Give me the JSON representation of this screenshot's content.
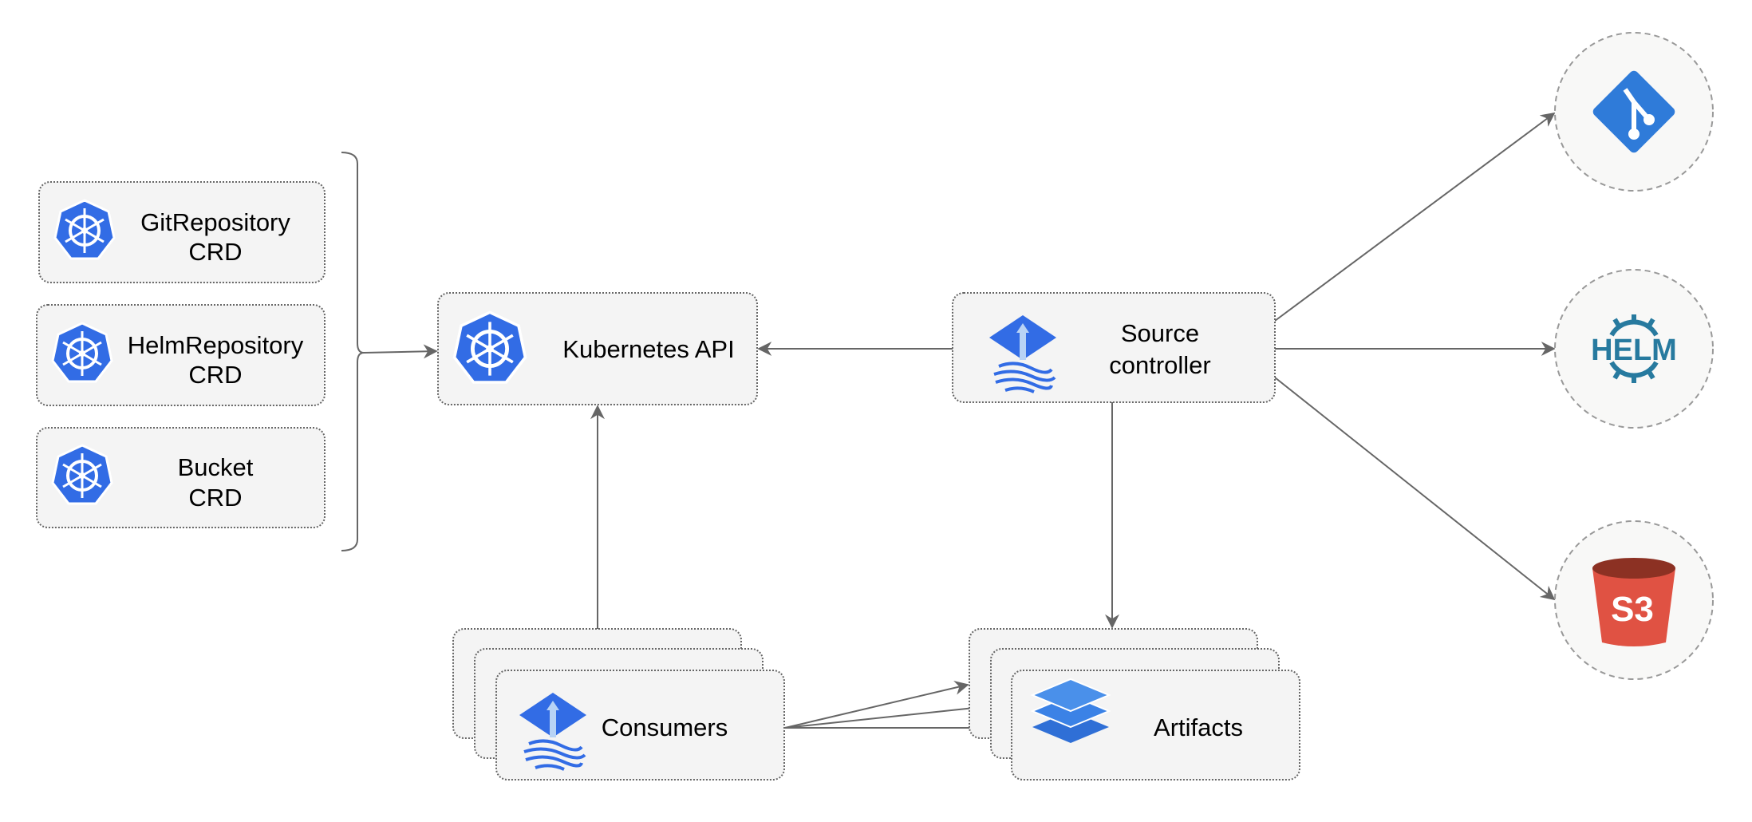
{
  "crds": [
    {
      "line1": "GitRepository",
      "line2": "CRD",
      "icon": "kubernetes-icon"
    },
    {
      "line1": "HelmRepository",
      "line2": "CRD",
      "icon": "kubernetes-icon"
    },
    {
      "line1": "Bucket",
      "line2": "CRD",
      "icon": "kubernetes-icon"
    }
  ],
  "kubernetes_api": {
    "label": "Kubernetes API",
    "icon": "kubernetes-icon"
  },
  "source_controller": {
    "line1": "Source",
    "line2": "controller",
    "icon": "flux-icon"
  },
  "consumers": {
    "label": "Consumers",
    "icon": "flux-icon"
  },
  "artifacts": {
    "label": "Artifacts",
    "icon": "layers-icon"
  },
  "sources": [
    {
      "name": "git",
      "icon": "git-icon",
      "color": "#2f7bd9"
    },
    {
      "name": "helm",
      "icon": "helm-icon",
      "text": "HELM",
      "color": "#277a9f"
    },
    {
      "name": "s3",
      "icon": "s3-bucket-icon",
      "text": "S3",
      "color": "#e05243"
    }
  ],
  "colors": {
    "kubernetes": "#326ce5",
    "box_fill": "#f4f4f4",
    "edge": "#666666"
  }
}
